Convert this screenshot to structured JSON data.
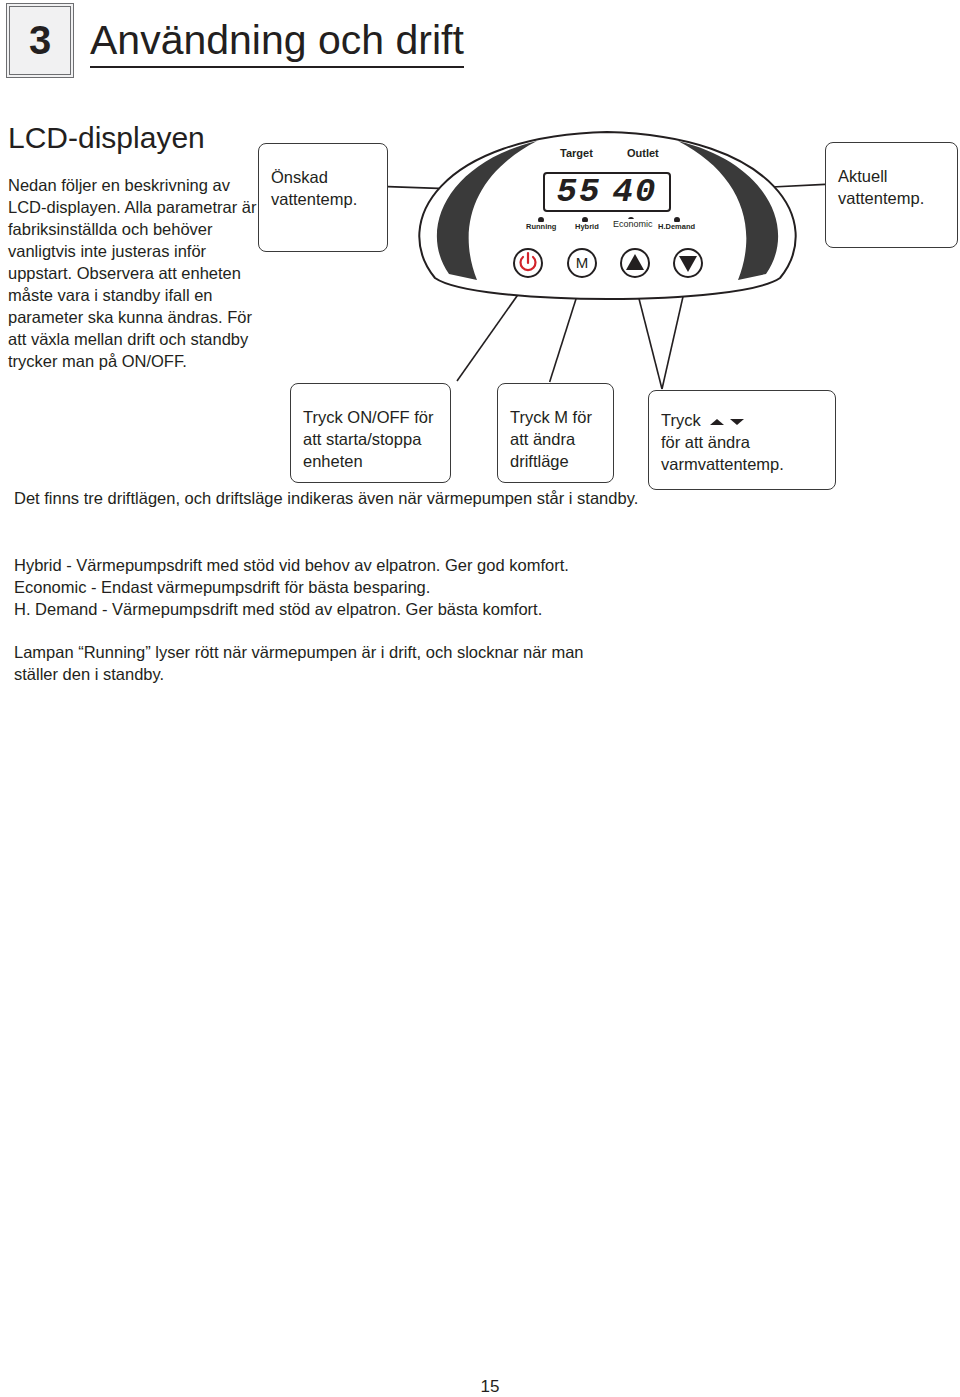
{
  "diagram": {
    "title": "Användning och drift",
    "nodes": [
      {
        "text": [
          "3"
        ]
      },
      {
        "text": [
          "Önskad vattentemp."
        ]
      },
      {
        "text": [
          "Target",
          "Outlet",
          "Running",
          "Hybrid",
          "Economic",
          "H.Demand"
        ]
      },
      {
        "text": [
          "55",
          "40"
        ],
        "in": 2
      },
      {
        "text": [
          "M"
        ],
        "in": 2
      },
      {
        "text": [
          "Aktuell vattentemp."
        ]
      },
      {
        "text": [
          "Tryck ON/OFF för att starta/stoppa enheten"
        ]
      },
      {
        "text": [
          "Tryck M för att ändra driftläge"
        ]
      },
      {
        "text": [
          "Tryck",
          "för att ändra varmvattentemp."
        ]
      }
    ],
    "edges": [
      {
        "from": 1,
        "to": 3,
        "arrow": "to"
      },
      {
        "from": 5,
        "to": 3,
        "arrow": "to"
      },
      {
        "from": 6,
        "to": 2,
        "arrow": "to"
      },
      {
        "from": 7,
        "to": 4,
        "arrow": "to"
      },
      {
        "from": 8,
        "to": 2,
        "arrow": "to"
      },
      {
        "from": 8,
        "to": 2,
        "arrow": "to"
      }
    ],
    "labels": [
      "LCD-displayen",
      "Nedan följer en beskrivning av LCD-displayen. Alla parametrar är fabriksinställda och behöver vanligtvis inte justeras inför uppstart. Observera att enheten måste vara i standby ifall en parameter ska kunna ändras. För att växla mellan drift och standby trycker man på ON/OFF.",
      "Det finns tre driftlägen, och driftsläge indikeras även när värmepumpen står i standby.",
      "Hybrid - Värmepumpsdrift med stöd vid behov av elpatron. Ger god komfort.",
      "Economic - Endast värmepumpsdrift för bästa besparing.",
      "H. Demand - Värmepumpsdrift med stöd av elpatron. Ger bästa komfort.",
      "Lampan “Running” lyser rött när värmepumpen är i drift, och slocknar när man ställer den i standby.",
      "15"
    ]
  }
}
